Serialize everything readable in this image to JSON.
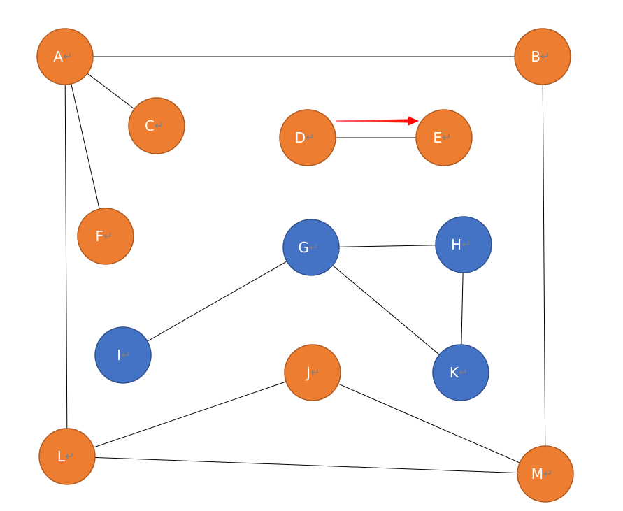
{
  "colors": {
    "orange": "#ED7D31",
    "orange_stroke": "#AE5A21",
    "blue": "#4472C4",
    "blue_stroke": "#2F528F",
    "edge": "#000000",
    "arrow": "#FF0000"
  },
  "diagram": {
    "return_mark": "↵",
    "nodes": [
      {
        "id": "A",
        "label": "A",
        "color": "orange"
      },
      {
        "id": "B",
        "label": "B",
        "color": "orange"
      },
      {
        "id": "C",
        "label": "C",
        "color": "orange"
      },
      {
        "id": "D",
        "label": "D",
        "color": "orange"
      },
      {
        "id": "E",
        "label": "E",
        "color": "orange"
      },
      {
        "id": "F",
        "label": "F",
        "color": "orange"
      },
      {
        "id": "G",
        "label": "G",
        "color": "blue"
      },
      {
        "id": "H",
        "label": "H",
        "color": "blue"
      },
      {
        "id": "I",
        "label": "I",
        "color": "blue"
      },
      {
        "id": "J",
        "label": "J",
        "color": "orange"
      },
      {
        "id": "K",
        "label": "K",
        "color": "blue"
      },
      {
        "id": "L",
        "label": "L",
        "color": "orange"
      },
      {
        "id": "M",
        "label": "M",
        "color": "orange"
      }
    ],
    "edges": [
      {
        "from": "A",
        "to": "B"
      },
      {
        "from": "A",
        "to": "C"
      },
      {
        "from": "A",
        "to": "F"
      },
      {
        "from": "A",
        "to": "L"
      },
      {
        "from": "B",
        "to": "M"
      },
      {
        "from": "D",
        "to": "E"
      },
      {
        "from": "G",
        "to": "H"
      },
      {
        "from": "G",
        "to": "I"
      },
      {
        "from": "G",
        "to": "K"
      },
      {
        "from": "H",
        "to": "K"
      },
      {
        "from": "J",
        "to": "L"
      },
      {
        "from": "J",
        "to": "M"
      },
      {
        "from": "L",
        "to": "M"
      }
    ],
    "arrows": [
      {
        "from": "D",
        "to": "E",
        "color": "arrow"
      }
    ]
  }
}
